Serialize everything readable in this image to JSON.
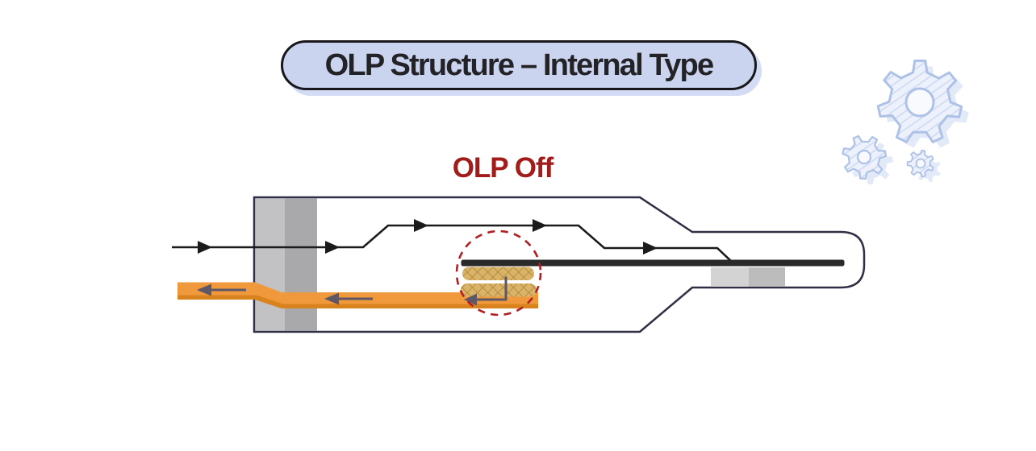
{
  "header": {
    "title": "OLP Structure – Internal Type"
  },
  "diagram": {
    "state_label": "OLP Off",
    "colors": {
      "badge_bg": "#cbd4ef",
      "badge_border": "#17171c",
      "badge_shadow": "#d3dcf4",
      "state_label_color": "#a21c1c",
      "device_outline": "#2e2e44",
      "current_line": "#1b1b1b",
      "contact_bar": "#2a2a2a",
      "busbar_orange": "#f0993c",
      "busbar_orange_shade": "#d9831f",
      "bimetal_fill": "#dbb366",
      "bimetal_hatch": "#a3813c",
      "highlight_circle": "#b01f24",
      "return_arrow": "#5d5766",
      "housing_gray_light": "#c2c2c4",
      "housing_gray_dark": "#a9a9ab",
      "heater_gray_light": "#d3d3d3",
      "heater_gray_dark": "#bcbcbc",
      "gear_stroke": "#aec2e8",
      "gear_fill": "#edf1fb"
    },
    "decorations": {
      "gears": [
        "gear-icon-large",
        "gear-icon-medium",
        "gear-icon-small"
      ]
    }
  }
}
